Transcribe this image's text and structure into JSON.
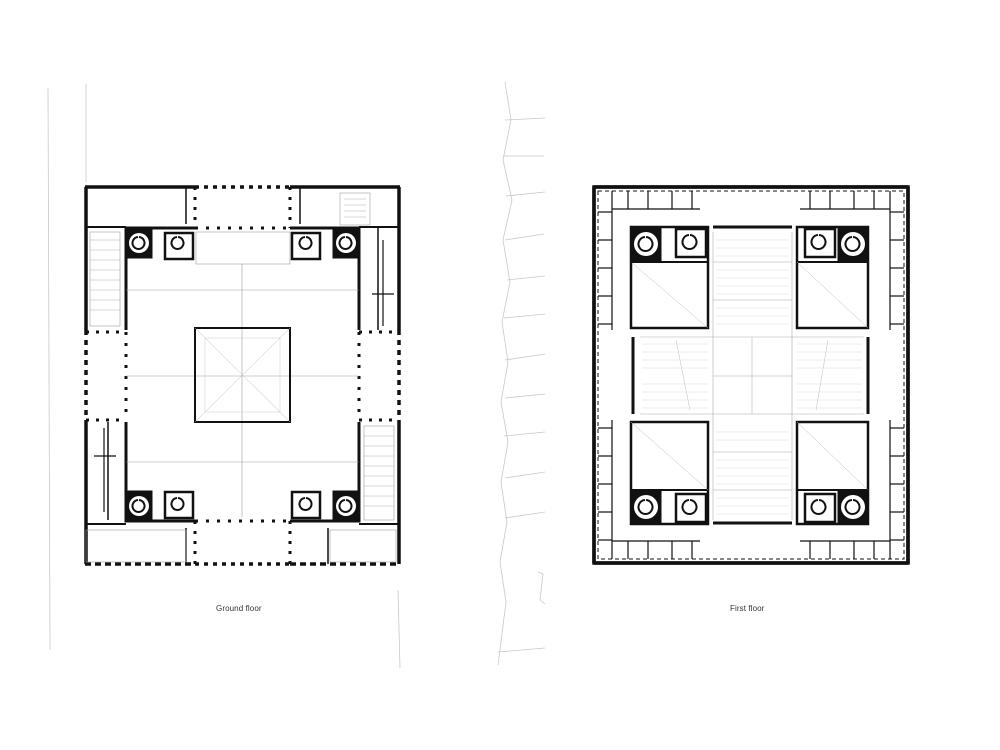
{
  "drawing": {
    "plans": [
      {
        "id": "ground",
        "caption": "Ground floor"
      },
      {
        "id": "first",
        "caption": "First floor"
      }
    ],
    "colors": {
      "wall": "#111111",
      "fine": "#9a9a9a",
      "context": "#c4c4c4",
      "paper": "#ffffff"
    }
  }
}
